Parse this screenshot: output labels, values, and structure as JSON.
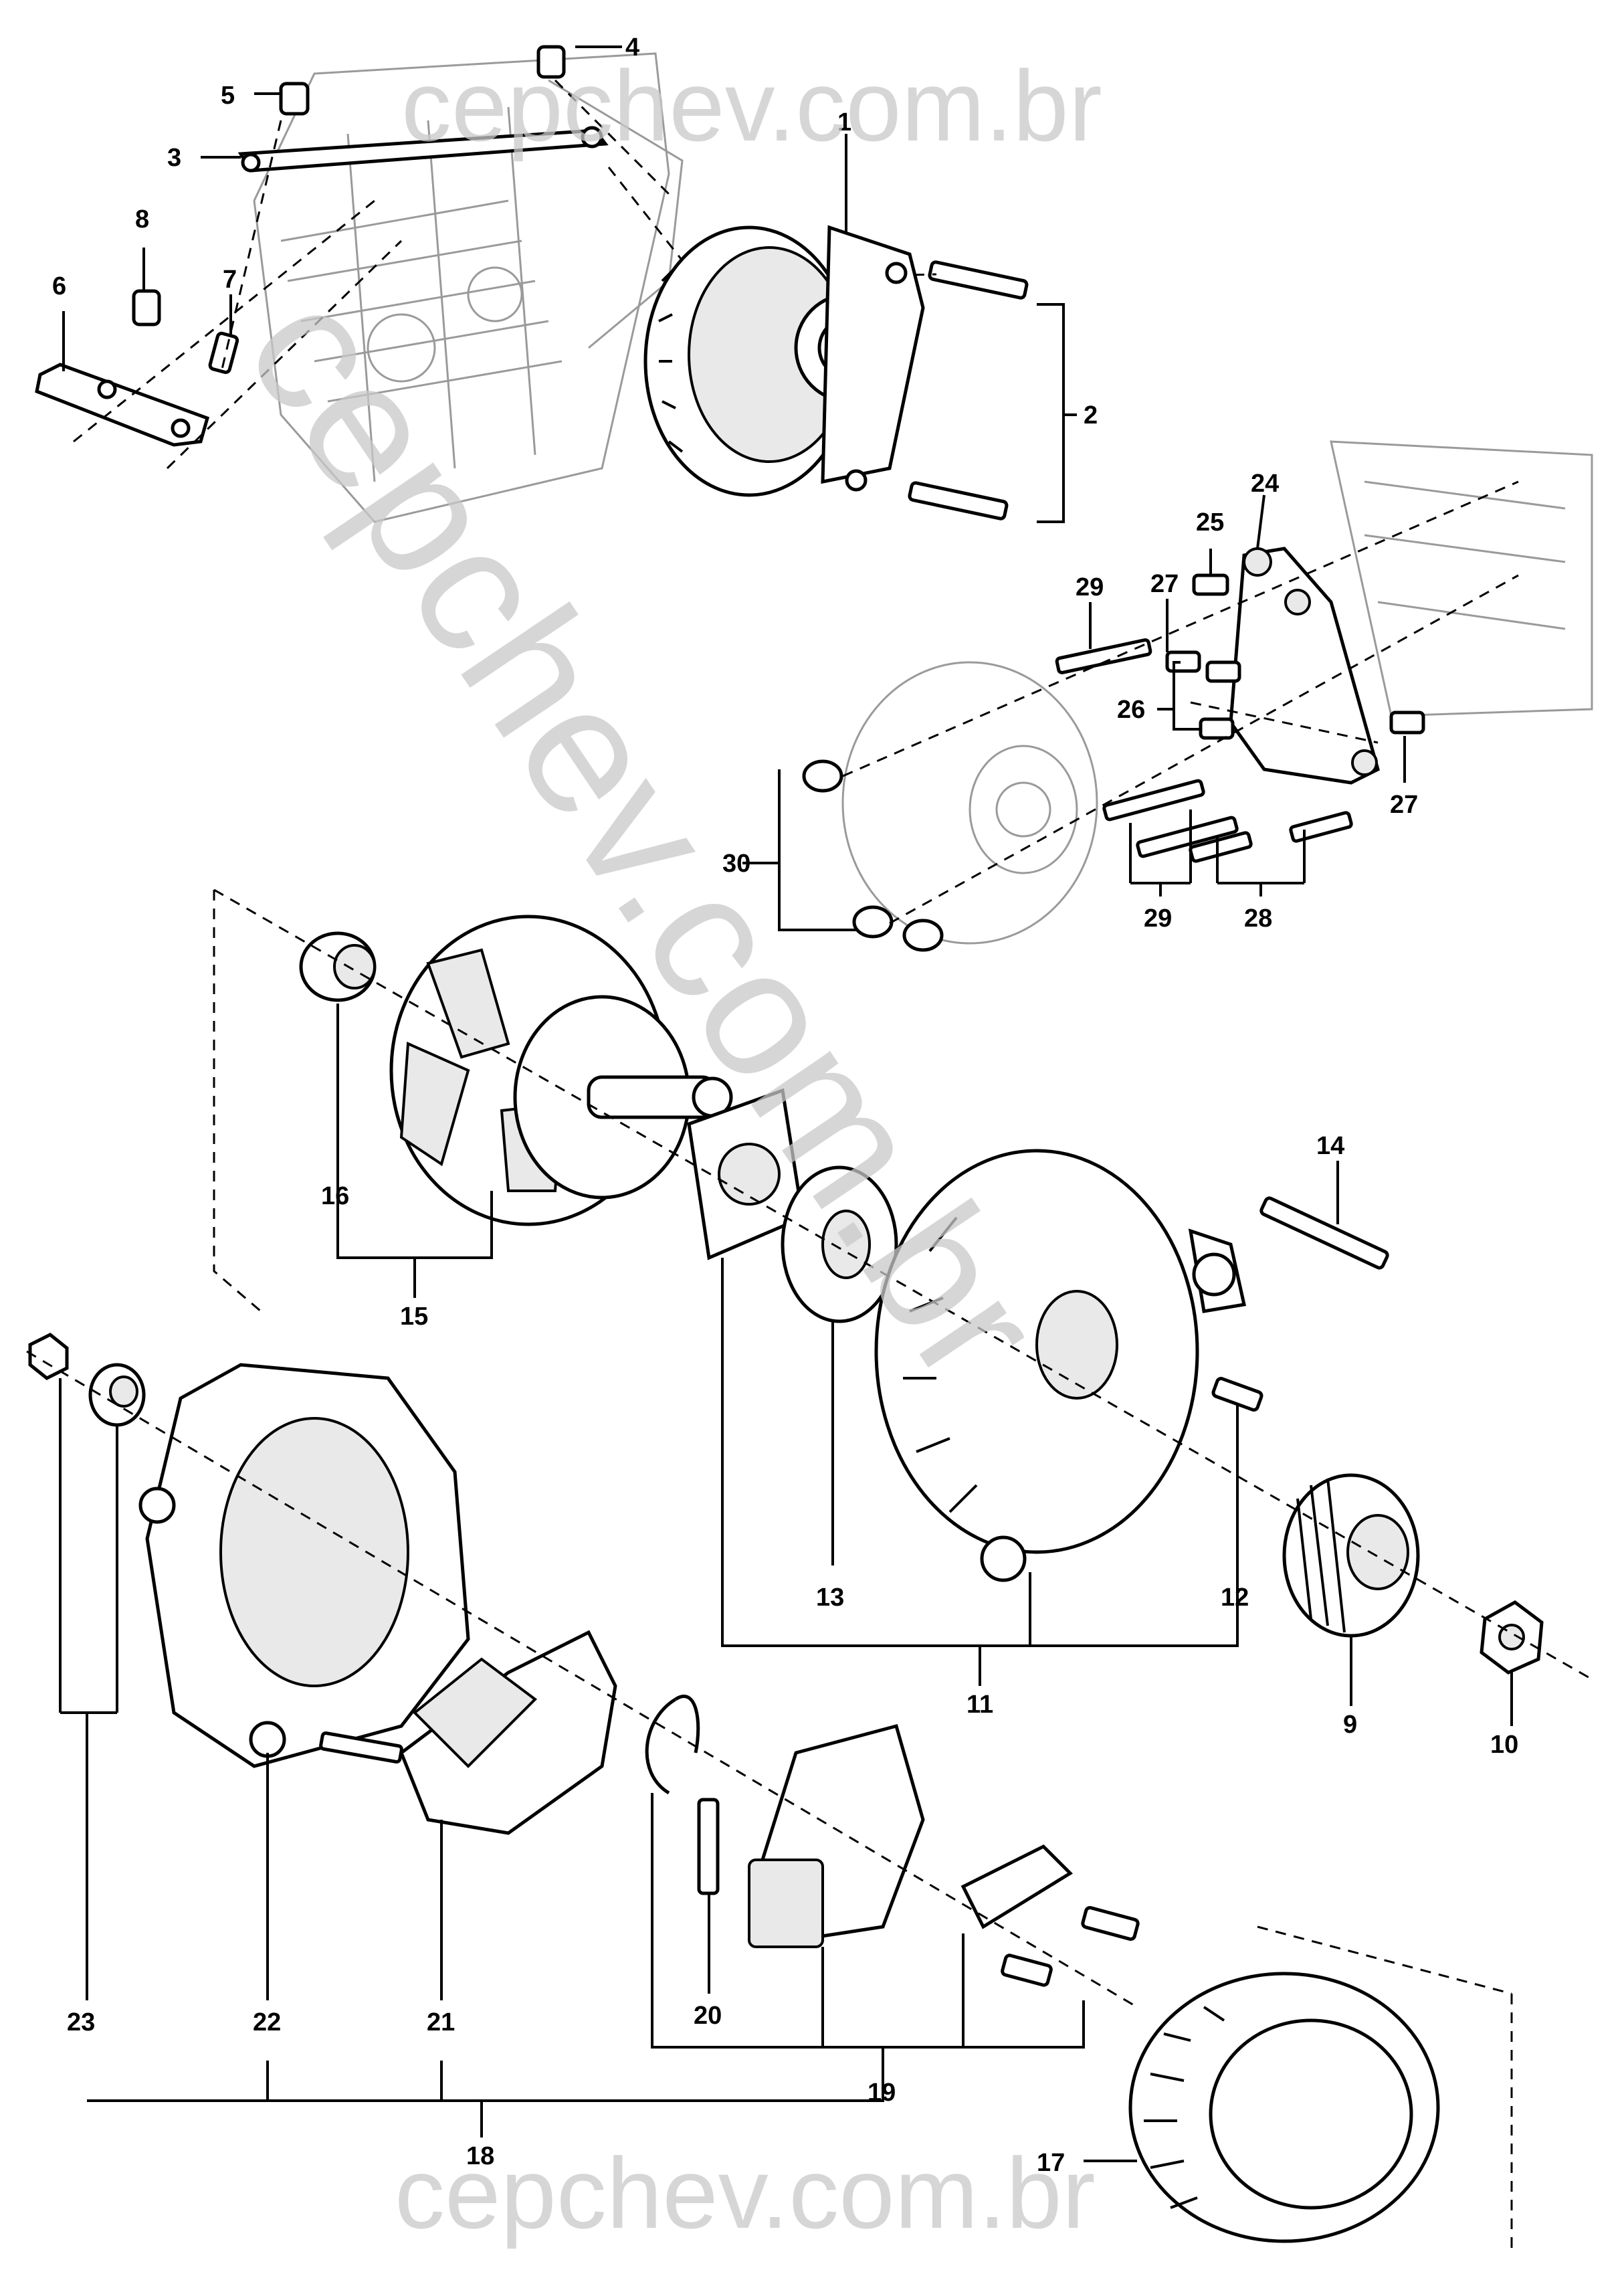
{
  "watermark": {
    "text": "cepchev.com.br"
  },
  "callouts": [
    "1",
    "2",
    "3",
    "4",
    "5",
    "6",
    "7",
    "8",
    "9",
    "10",
    "11",
    "12",
    "13",
    "14",
    "15",
    "16",
    "17",
    "18",
    "19",
    "20",
    "21",
    "22",
    "23",
    "24",
    "25",
    "26",
    "27",
    "28",
    "29",
    "30"
  ]
}
